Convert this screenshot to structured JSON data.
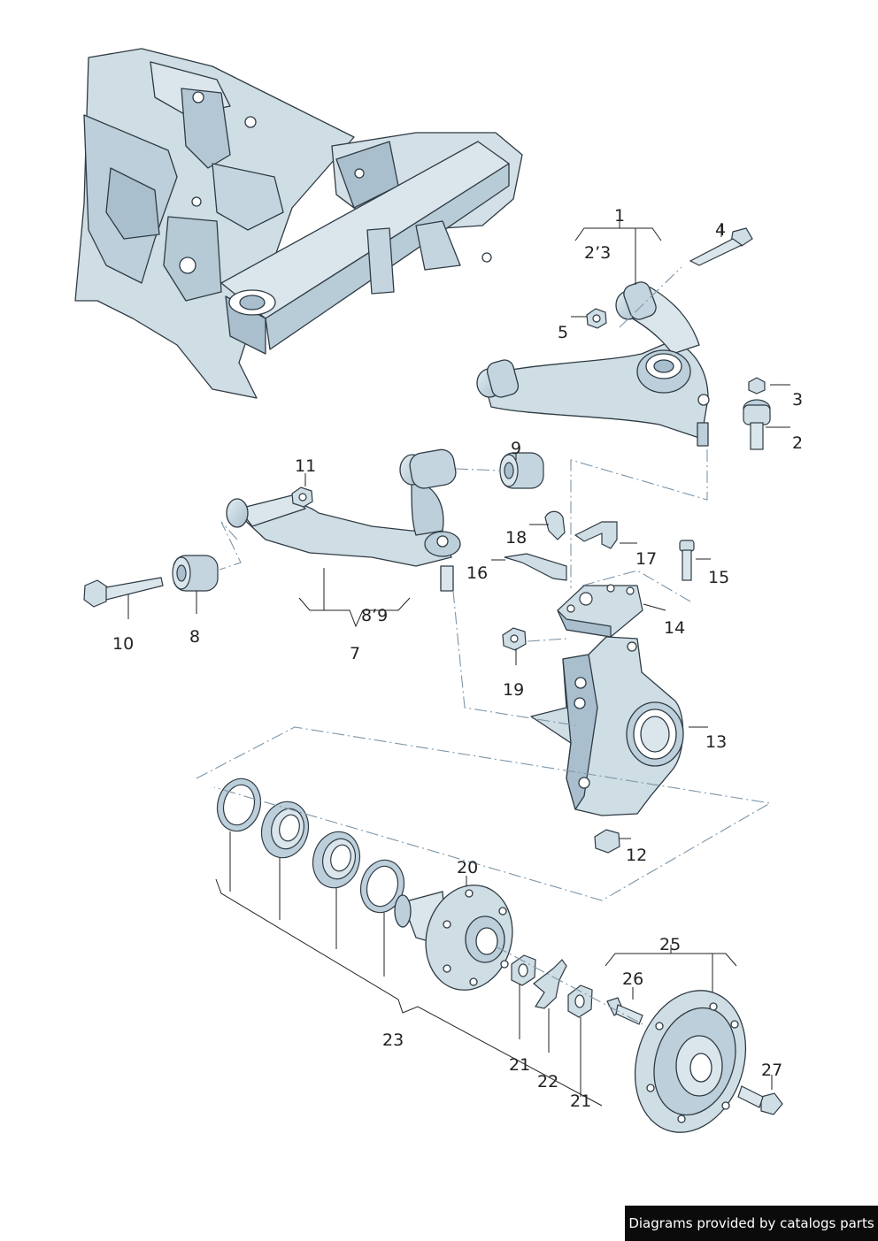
{
  "part_labels": [
    "1",
    "2’3",
    "4",
    "5",
    "3",
    "2",
    "9",
    "11",
    "18",
    "17",
    "15",
    "16",
    "14",
    "8’9",
    "10",
    "8",
    "7",
    "19",
    "13",
    "12",
    "20",
    "25",
    "26",
    "23",
    "21",
    "22",
    "21",
    "27"
  ],
  "colors": {
    "part_fill": "#cfdde5",
    "part_shade": "#a9bfcd",
    "outline": "#2f3b44",
    "dashline": "#7e96a8"
  },
  "credit": "Diagrams provided by catalogs parts"
}
